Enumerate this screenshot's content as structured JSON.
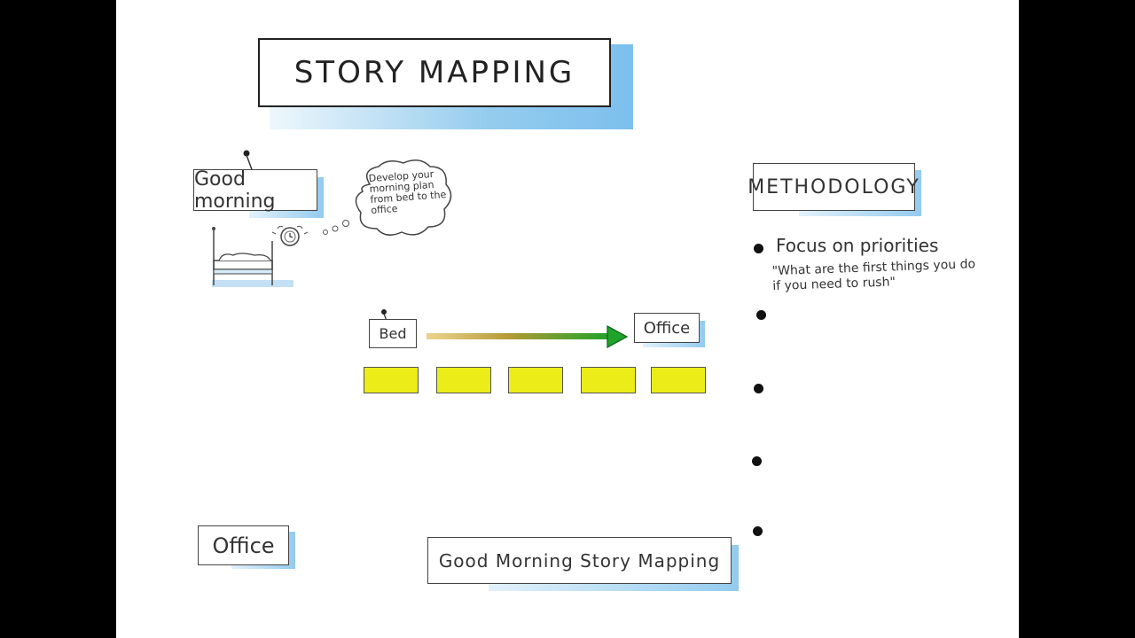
{
  "title": "STORY MAPPING",
  "good_morning_label": "Good morning",
  "thought_bubble": "Develop your morning plan from bed to the office",
  "timeline": {
    "start_label": "Bed",
    "end_label": "Office"
  },
  "office_label": "Office",
  "bottom_banner": "Good Morning Story Mapping",
  "methodology": {
    "heading": "METHODOLOGY",
    "first_item": "Focus on priorities",
    "first_item_quote": "\"What are the first things you do if you need to rush\""
  },
  "colors": {
    "sticky_note": "#ecec18",
    "arrow_start": "#d8a040",
    "arrow_end": "#1fa32a",
    "shadow_blue": "#7dbde8"
  },
  "icons": [
    "bed-icon",
    "alarm-clock-icon",
    "pin-icon"
  ]
}
